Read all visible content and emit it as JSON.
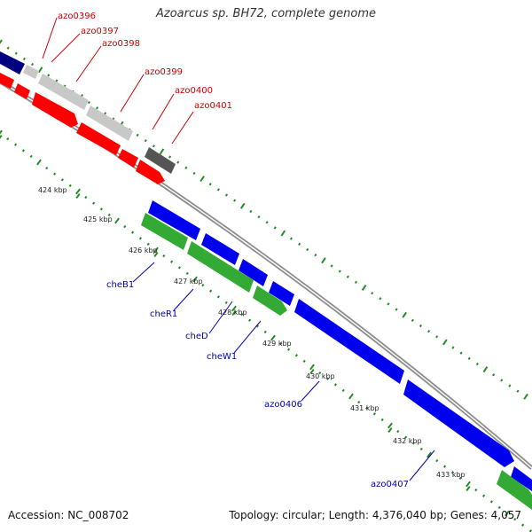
{
  "title": "Azoarcus sp. BH72, complete genome",
  "footer": {
    "accession_label": "Accession:",
    "accession": "NC_008702",
    "topology_label": "Topology:",
    "topology": "circular",
    "length_label": "Length:",
    "length": "4,376,040 bp",
    "genes_label": "Genes:",
    "genes": "4,057"
  },
  "colors": {
    "label_red": "#cc0000",
    "label_blue": "#0000aa",
    "gene_red": "#ff0000",
    "gene_blue": "#0000ee",
    "gene_green": "#33aa33",
    "gene_gray": "#c8c8c8",
    "gene_darkgray": "#555555",
    "gene_navy": "#000080",
    "tick_green": "#228b22",
    "backbone": "#8c8c8c"
  },
  "kbp_ticks": [
    "424 kbp",
    "425 kbp",
    "426 kbp",
    "427 kbp",
    "428 kbp",
    "429 kbp",
    "430 kbp",
    "431 kbp",
    "432 kbp",
    "433 kbp"
  ],
  "top_labels": [
    "azo0396",
    "azo0397",
    "azo0398",
    "azo0399",
    "azo0400",
    "azo0401"
  ],
  "bottom_labels": [
    "cheB1",
    "cheR1",
    "cheD",
    "cheW1",
    "azo0406",
    "azo0407"
  ]
}
